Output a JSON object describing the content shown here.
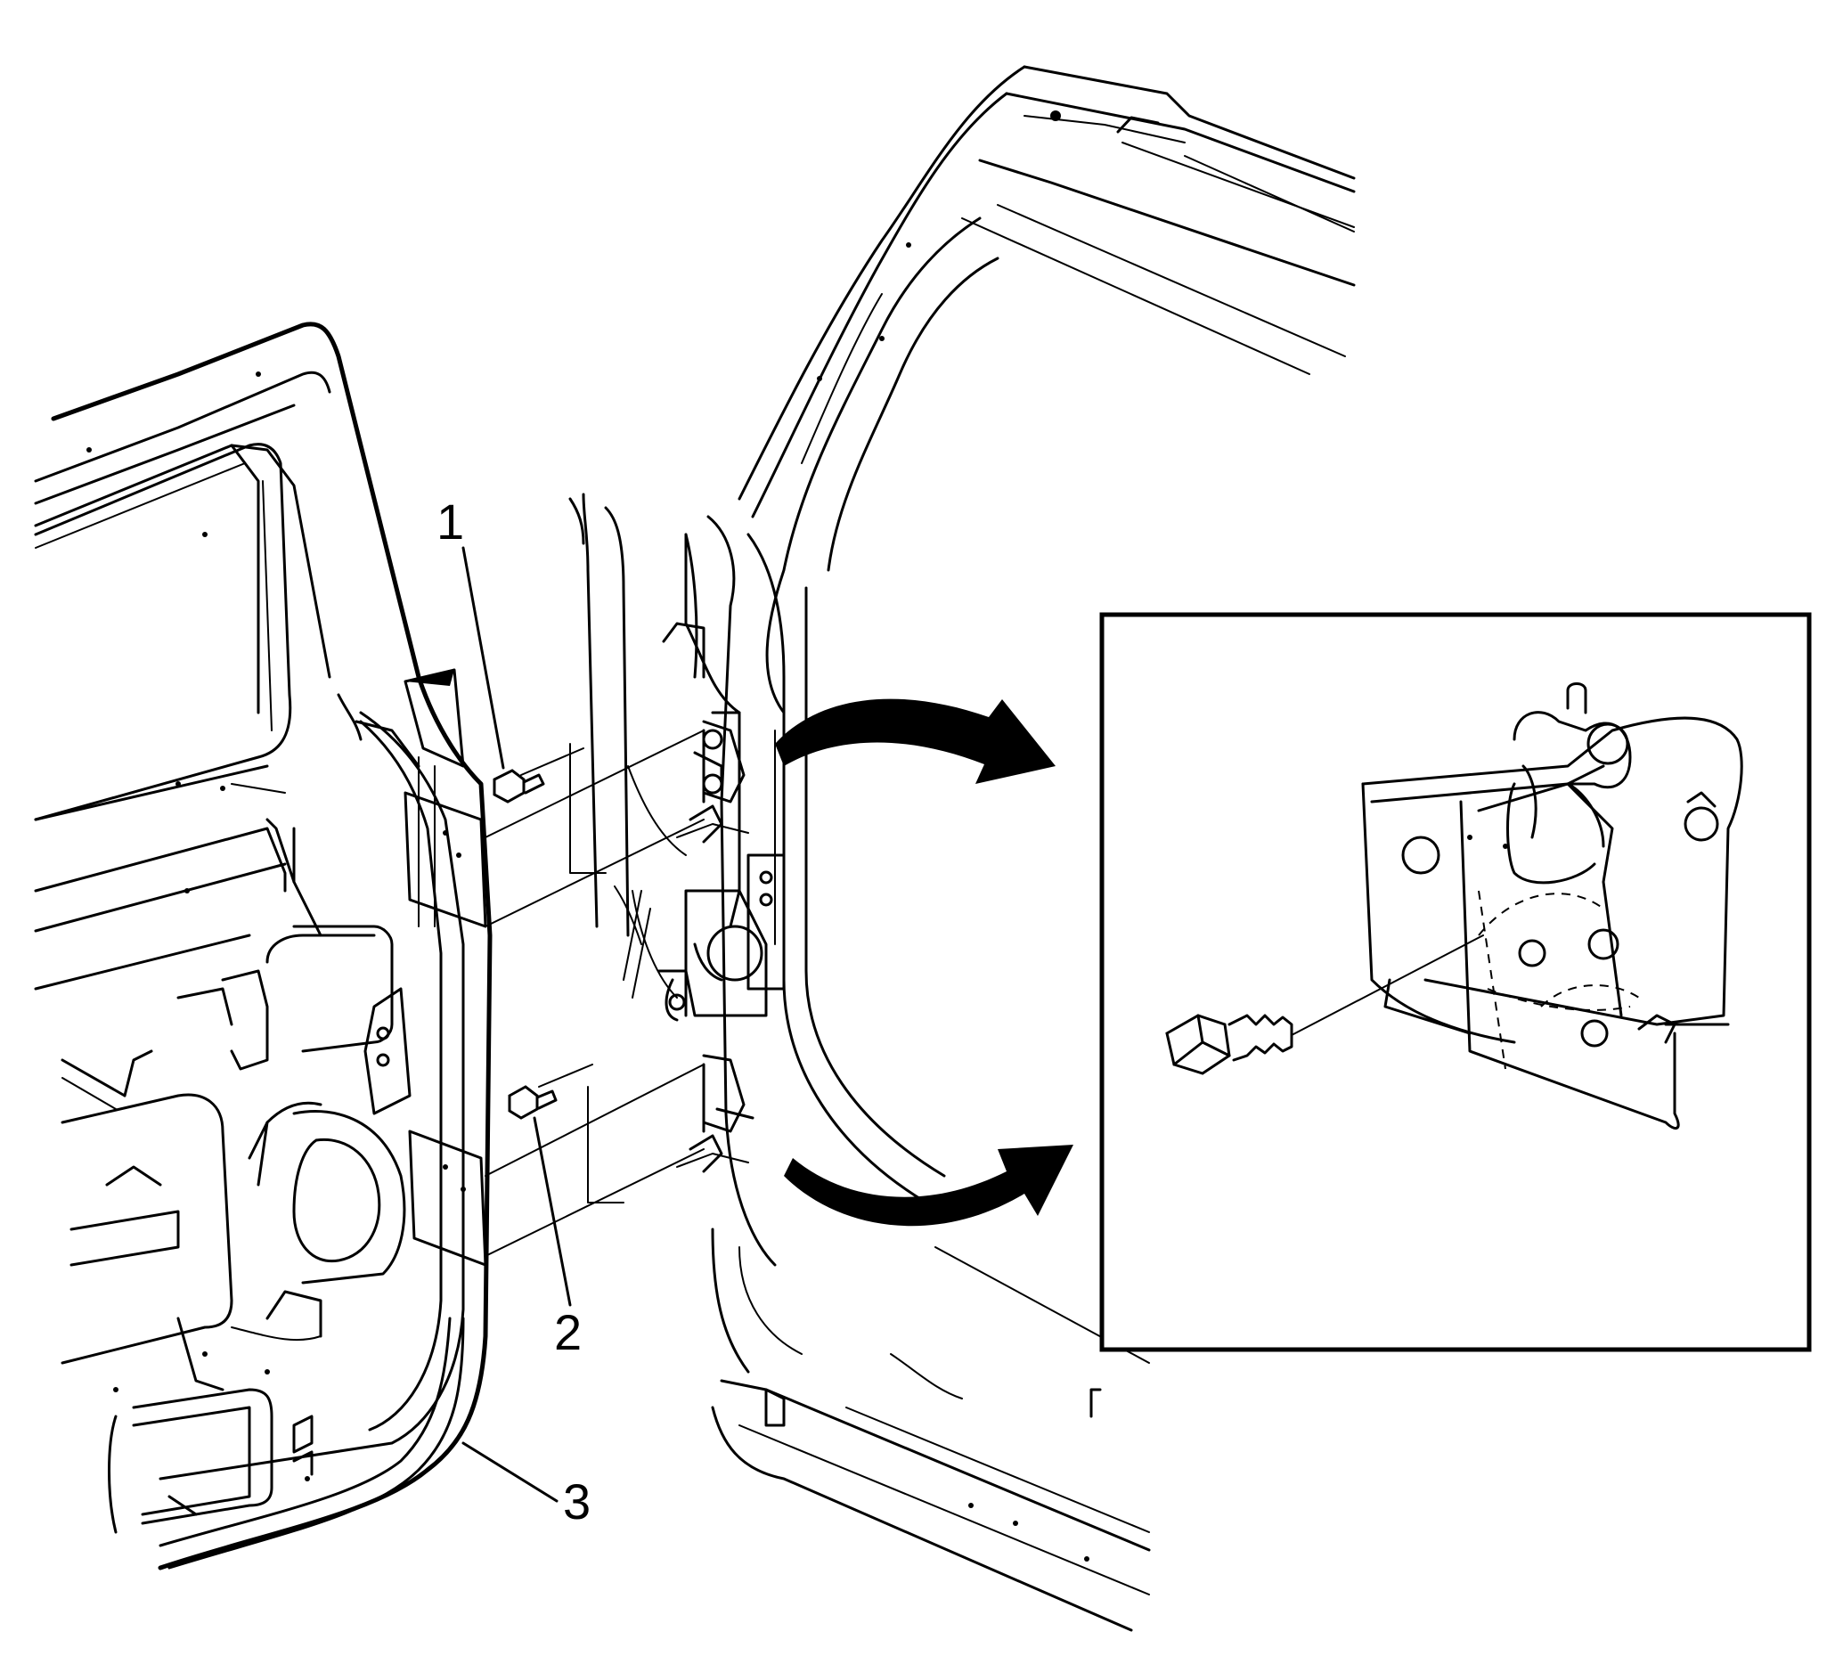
{
  "callouts": [
    {
      "id": "1",
      "label": "1",
      "part": "upper-hinge-bolt"
    },
    {
      "id": "2",
      "label": "2",
      "part": "lower-hinge-bolt"
    },
    {
      "id": "3",
      "label": "3",
      "part": "door"
    }
  ],
  "icons": [
    "hinge-bolt-icon",
    "curved-arrow-icon",
    "door-hinge-icon"
  ],
  "colors": {
    "line": "#000000",
    "background": "#ffffff"
  }
}
